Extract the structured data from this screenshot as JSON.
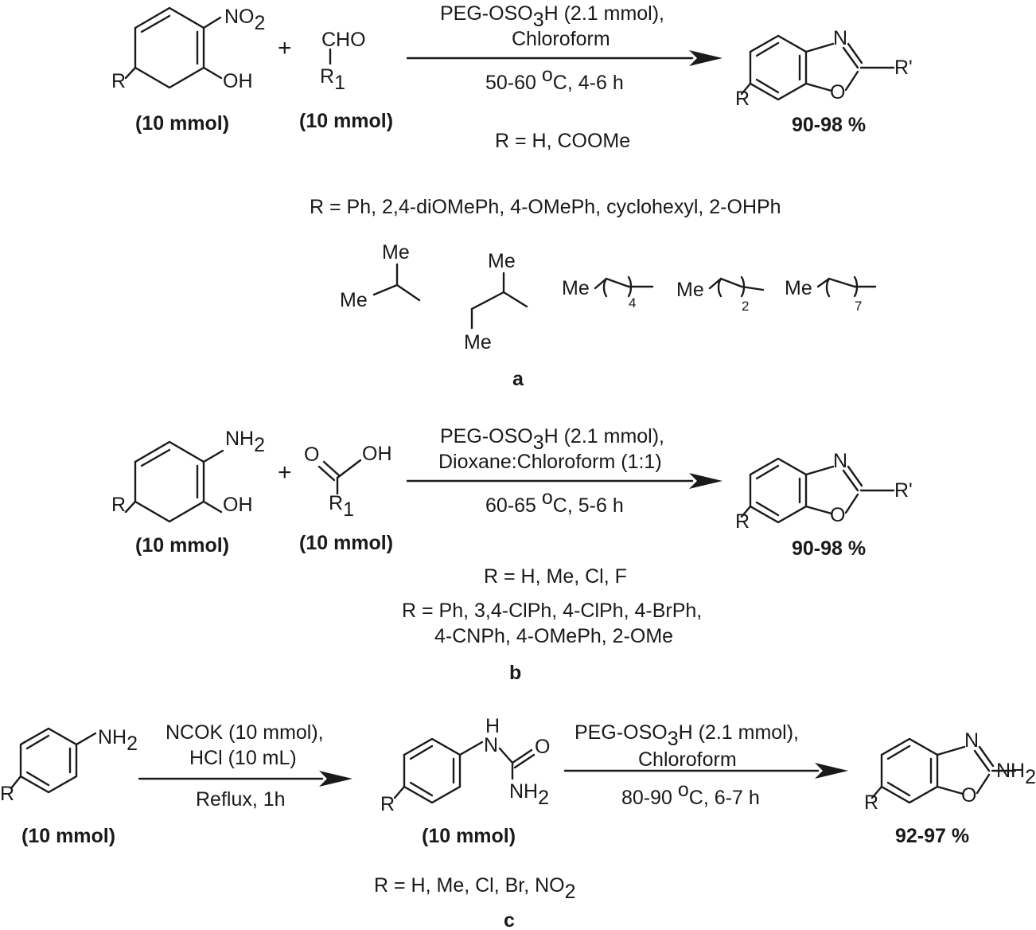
{
  "scheme_a": {
    "label": "a",
    "reactant1": {
      "sub_top": "NO",
      "sub_top_2": "2",
      "sub_R": "R",
      "sub_oh": "OH",
      "amount": "(10 mmol)"
    },
    "plus": "+",
    "reactant2": {
      "cho": "CHO",
      "r": "R",
      "r_sub": "1",
      "amount": "(10 mmol)"
    },
    "conditions": {
      "line1_a": "PEG-OSO",
      "line1_sub": "3",
      "line1_b": "H (2.1 mmol),",
      "line2": "Chloroform",
      "line3_a": "50-60 ",
      "line3_sup": "o",
      "line3_b": "C, 4-6 h"
    },
    "product": {
      "n": "N",
      "o": "O",
      "r_prime": "R'",
      "r": "R",
      "yield": "90-98 %"
    },
    "r_note": "R = H, COOMe",
    "r_prime_note": "R = Ph, 2,4-diOMePh, 4-OMePh, cyclohexyl, 2-OHPh",
    "alkyls": {
      "isopropyl_me_top": "Me",
      "isopropyl_me_left": "Me",
      "isobutyl_me_top": "Me",
      "isobutyl_me_bottom": "Me",
      "chain1_me": "Me",
      "chain1_n": "4",
      "chain2_me": "Me",
      "chain2_n": "2",
      "chain3_me": "Me",
      "chain3_n": "7"
    }
  },
  "scheme_b": {
    "label": "b",
    "reactant1": {
      "nh": "NH",
      "nh_sub": "2",
      "r": "R",
      "oh": "OH",
      "amount": "(10 mmol)"
    },
    "plus": "+",
    "reactant2": {
      "o": "O",
      "oh": "OH",
      "r": "R",
      "r_sub": "1",
      "amount": "(10 mmol)"
    },
    "conditions": {
      "line1_a": "PEG-OSO",
      "line1_sub": "3",
      "line1_b": "H (2.1 mmol),",
      "line2": "Dioxane:Chloroform (1:1)",
      "line3_a": "60-65 ",
      "line3_sup": "o",
      "line3_b": "C, 5-6 h"
    },
    "product": {
      "n": "N",
      "o": "O",
      "r_prime": "R'",
      "r": "R",
      "yield": "90-98 %"
    },
    "r_note": "R = H, Me, Cl, F",
    "r_prime_note_1": "R = Ph, 3,4-ClPh, 4-ClPh, 4-BrPh,",
    "r_prime_note_2": "4-CNPh, 4-OMePh, 2-OMe"
  },
  "scheme_c": {
    "label": "c",
    "reactant": {
      "nh": "NH",
      "nh_sub": "2",
      "r": "R",
      "amount": "(10 mmol)"
    },
    "step1": {
      "line1": "NCOK (10 mmol),",
      "line2": "HCl (10 mL)",
      "line3": "Reflux, 1h"
    },
    "intermediate": {
      "h": "H",
      "n": "N",
      "o": "O",
      "nh": "NH",
      "nh_sub": "2",
      "r": "R",
      "amount": "(10 mmol)"
    },
    "step2": {
      "line1_a": "PEG-OSO",
      "line1_sub": "3",
      "line1_b": "H (2.1 mmol),",
      "line2": "Chloroform",
      "line3_a": "80-90 ",
      "line3_sup": "o",
      "line3_b": "C, 6-7 h"
    },
    "product": {
      "n": "N",
      "o": "O",
      "nh": "NH",
      "nh_sub": "2",
      "r": "R",
      "yield": "92-97 %"
    },
    "r_note_a": "R = H, Me, Cl, Br, NO",
    "r_note_sub": "2"
  }
}
